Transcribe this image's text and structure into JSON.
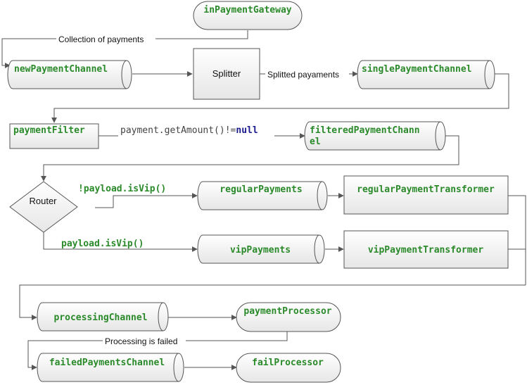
{
  "colors": {
    "code_text": "#2a8a2a",
    "keyword": "#1a1a8c",
    "stroke": "#555555",
    "fill_top": "#ffffff",
    "fill_bottom": "#e9e9e9"
  },
  "nodes": {
    "in_payment_gateway": "inPaymentGateway",
    "new_payment_channel": "newPaymentChannel",
    "splitter": "Splitter",
    "single_payment_channel": "singlePaymentChannel",
    "payment_filter": "paymentFilter",
    "filtered_payment_channel_line1": "filteredPaymentChann",
    "filtered_payment_channel_line2": "el",
    "router": "Router",
    "regular_payments": "regularPayments",
    "regular_payment_transformer": "regularPaymentTransformer",
    "vip_payments": "vipPayments",
    "vip_payment_transformer": "vipPaymentTransformer",
    "processing_channel": "processingChannel",
    "payment_processor": "paymentProcessor",
    "failed_payments_channel": "failedPaymentsChannel",
    "fail_processor": "failProcessor"
  },
  "edge_labels": {
    "collection_of_payments": "Collection of payments",
    "splitted_payaments": "Splitted payaments",
    "filter_expression_code": "payment.getAmount()!=",
    "filter_expression_null": "null",
    "not_vip": "!payload.isVip()",
    "is_vip": "payload.isVip()",
    "processing_failed": "Processing is failed"
  }
}
